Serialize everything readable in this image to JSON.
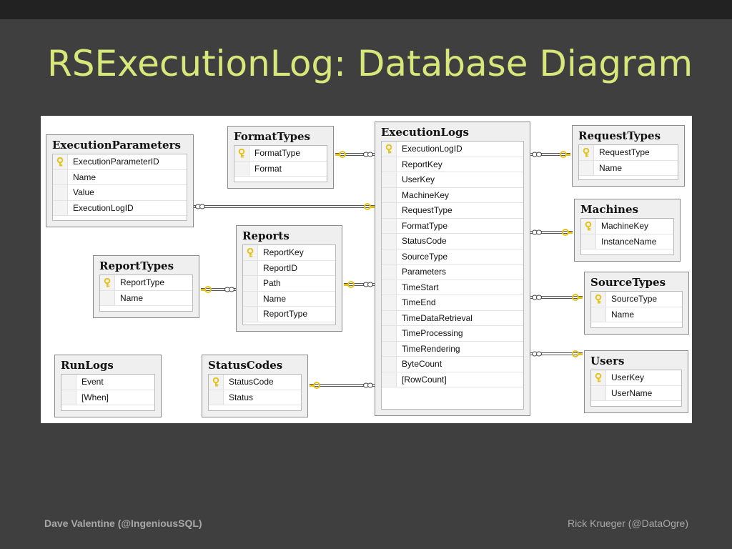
{
  "slide": {
    "title": "RSExecutionLog: Database Diagram",
    "footer_left": "Dave Valentine (@IngeniousSQL)",
    "footer_right": "Rick Krueger (@DataOgre)"
  },
  "colors": {
    "background": "#3f3f3f",
    "title": "#d7e77a",
    "key_icon": "#e6c21c"
  },
  "tables": [
    {
      "id": "executionparameters",
      "title": "ExecutionParameters",
      "columns": [
        {
          "name": "ExecutionParameterID",
          "key": true
        },
        {
          "name": "Name",
          "key": false
        },
        {
          "name": "Value",
          "key": false
        },
        {
          "name": "ExecutionLogID",
          "key": false
        }
      ]
    },
    {
      "id": "formattypes",
      "title": "FormatTypes",
      "columns": [
        {
          "name": "FormatType",
          "key": true
        },
        {
          "name": "Format",
          "key": false
        }
      ]
    },
    {
      "id": "executionlogs",
      "title": "ExecutionLogs",
      "columns": [
        {
          "name": "ExecutionLogID",
          "key": true
        },
        {
          "name": "ReportKey",
          "key": false
        },
        {
          "name": "UserKey",
          "key": false
        },
        {
          "name": "MachineKey",
          "key": false
        },
        {
          "name": "RequestType",
          "key": false
        },
        {
          "name": "FormatType",
          "key": false
        },
        {
          "name": "StatusCode",
          "key": false
        },
        {
          "name": "SourceType",
          "key": false
        },
        {
          "name": "Parameters",
          "key": false
        },
        {
          "name": "TimeStart",
          "key": false
        },
        {
          "name": "TimeEnd",
          "key": false
        },
        {
          "name": "TimeDataRetrieval",
          "key": false
        },
        {
          "name": "TimeProcessing",
          "key": false
        },
        {
          "name": "TimeRendering",
          "key": false
        },
        {
          "name": "ByteCount",
          "key": false
        },
        {
          "name": "[RowCount]",
          "key": false
        }
      ]
    },
    {
      "id": "requesttypes",
      "title": "RequestTypes",
      "columns": [
        {
          "name": "RequestType",
          "key": true
        },
        {
          "name": "Name",
          "key": false
        }
      ]
    },
    {
      "id": "machines",
      "title": "Machines",
      "columns": [
        {
          "name": "MachineKey",
          "key": true
        },
        {
          "name": "InstanceName",
          "key": false
        }
      ]
    },
    {
      "id": "reports",
      "title": "Reports",
      "columns": [
        {
          "name": "ReportKey",
          "key": true
        },
        {
          "name": "ReportID",
          "key": false
        },
        {
          "name": "Path",
          "key": false
        },
        {
          "name": "Name",
          "key": false
        },
        {
          "name": "ReportType",
          "key": false
        }
      ]
    },
    {
      "id": "reporttypes",
      "title": "ReportTypes",
      "columns": [
        {
          "name": "ReportType",
          "key": true
        },
        {
          "name": "Name",
          "key": false
        }
      ]
    },
    {
      "id": "sourcetypes",
      "title": "SourceTypes",
      "columns": [
        {
          "name": "SourceType",
          "key": true
        },
        {
          "name": "Name",
          "key": false
        }
      ]
    },
    {
      "id": "runlogs",
      "title": "RunLogs",
      "columns": [
        {
          "name": "Event",
          "key": false
        },
        {
          "name": "[When]",
          "key": false
        }
      ]
    },
    {
      "id": "statuscodes",
      "title": "StatusCodes",
      "columns": [
        {
          "name": "StatusCode",
          "key": true
        },
        {
          "name": "Status",
          "key": false
        }
      ]
    },
    {
      "id": "users",
      "title": "Users",
      "columns": [
        {
          "name": "UserKey",
          "key": true
        },
        {
          "name": "UserName",
          "key": false
        }
      ]
    }
  ]
}
